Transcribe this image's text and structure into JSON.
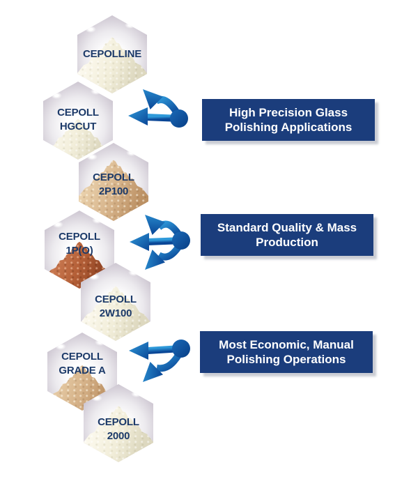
{
  "products": [
    {
      "name": "CEPOLLINE",
      "line1": "CEPOLLINE",
      "line2": "",
      "powder": "cream"
    },
    {
      "name": "CEPOLL HGCUT",
      "line1": "CEPOLL",
      "line2": "HGCUT",
      "powder": "cream"
    },
    {
      "name": "CEPOLL 2P100",
      "line1": "CEPOLL",
      "line2": "2P100",
      "powder": "tan"
    },
    {
      "name": "CEPOLL 1P(O)",
      "line1": "CEPOLL",
      "line2": "1P(O)",
      "powder": "rust"
    },
    {
      "name": "CEPOLL 2W100",
      "line1": "CEPOLL",
      "line2": "2W100",
      "powder": "cream"
    },
    {
      "name": "CEPOLL GRADE A",
      "line1": "CEPOLL",
      "line2": "GRADE A",
      "powder": "tan"
    },
    {
      "name": "CEPOLL 2000",
      "line1": "CEPOLL",
      "line2": "2000",
      "powder": "cream"
    }
  ],
  "applications": [
    {
      "label": "High Precision Glass Polishing Applications",
      "line1": "High Precision Glass",
      "line2": "Polishing Applications"
    },
    {
      "label": "Standard Quality & Mass Production",
      "line1": "Standard Quality & Mass",
      "line2": "Production"
    },
    {
      "label": "Most Economic, Manual Polishing Operations",
      "line1": "Most Economic, Manual",
      "line2": "Polishing Operations"
    }
  ],
  "colors": {
    "box_navy": "#1b3d7c",
    "hex_label_navy": "#1c3a69",
    "arrow_blue_light": "#2f9ada",
    "arrow_blue_dark": "#0a4696",
    "powder_cream": "#f2eeda",
    "powder_tan": "#d7b48b",
    "powder_rust": "#b56038"
  }
}
